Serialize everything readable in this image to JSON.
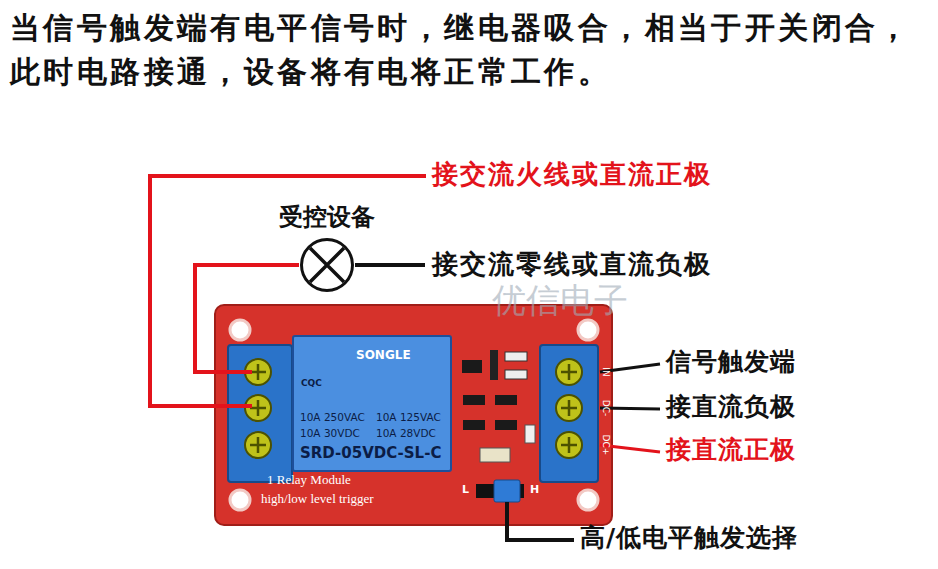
{
  "diagram": {
    "title": "当信号触发端有电平信号时，继电器吸合，相当于开关闭合，此时电路接通，设备将有电将正常工作。",
    "nodes": [
      {
        "text": [
          "受控设备"
        ]
      },
      {
        "text": [
          "1 Relay Module",
          "high/low level trigger"
        ]
      },
      {
        "text": [
          "SONGLE",
          "10A 250VAC",
          "10A 125VAC",
          "10A 30VDC",
          "10A 28VDC",
          "SRD-05VDC-SL-C"
        ],
        "in": 1
      }
    ],
    "edges": [
      {
        "from": 0,
        "to": 1,
        "arrow": "none"
      }
    ],
    "labels": [
      "接交流火线或直流正极",
      "接交流零线或直流负极",
      "信号触发端",
      "接直流负极",
      "接直流正极",
      "高/低电平触发选择",
      "优信电子",
      "IN",
      "DC-",
      "DC+",
      "L",
      "H",
      "CQC"
    ]
  }
}
